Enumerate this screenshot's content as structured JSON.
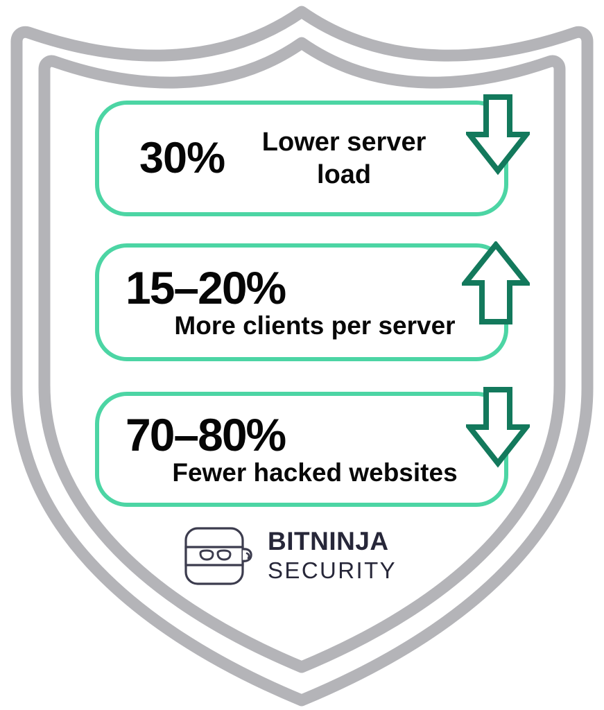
{
  "colors": {
    "shield_outline": "#b4b4b8",
    "card_border": "#4cd5a4",
    "arrow_stroke": "#13795c",
    "stat_text": "#060606",
    "brand_text": "#272739",
    "background": "#ffffff"
  },
  "shield": {
    "name": "shield-outline",
    "outline_count": 2
  },
  "cards": [
    {
      "id": "card-0",
      "value": "30%",
      "label": "Lower server load",
      "layout": "value-left",
      "arrow": {
        "name": "arrow-down-icon",
        "direction": "down"
      }
    },
    {
      "id": "card-1",
      "value": "15–20%",
      "label": "More clients per server",
      "layout": "value-above",
      "arrow": {
        "name": "arrow-up-icon",
        "direction": "up"
      }
    },
    {
      "id": "card-2",
      "value": "70–80%",
      "label": "Fewer hacked websites",
      "layout": "value-above",
      "arrow": {
        "name": "arrow-down-icon",
        "direction": "down"
      }
    }
  ],
  "brand": {
    "icon_name": "ninja-head-icon",
    "name": "BITNINJA",
    "subtitle": "SECURITY"
  }
}
